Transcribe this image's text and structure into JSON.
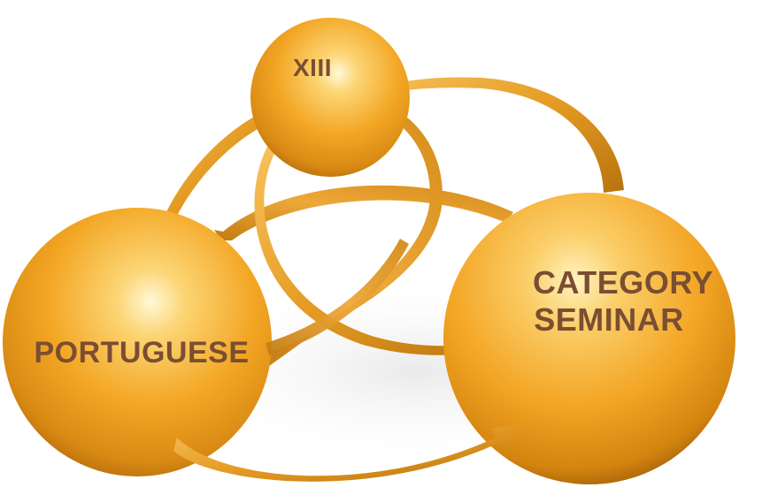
{
  "nodes": {
    "xiii": {
      "label": "XIII"
    },
    "portuguese": {
      "label": "PORTUGUESE"
    },
    "category_seminar": {
      "line1": "CATEGORY",
      "line2": "SEMINAR"
    }
  },
  "colors": {
    "sphere_light": "#fff6c8",
    "sphere_mid": "#f6ae2c",
    "sphere_dark": "#b86e0a",
    "arrow_light": "#f4b64a",
    "arrow_dark": "#b8730e",
    "label": "#7a4e32"
  }
}
